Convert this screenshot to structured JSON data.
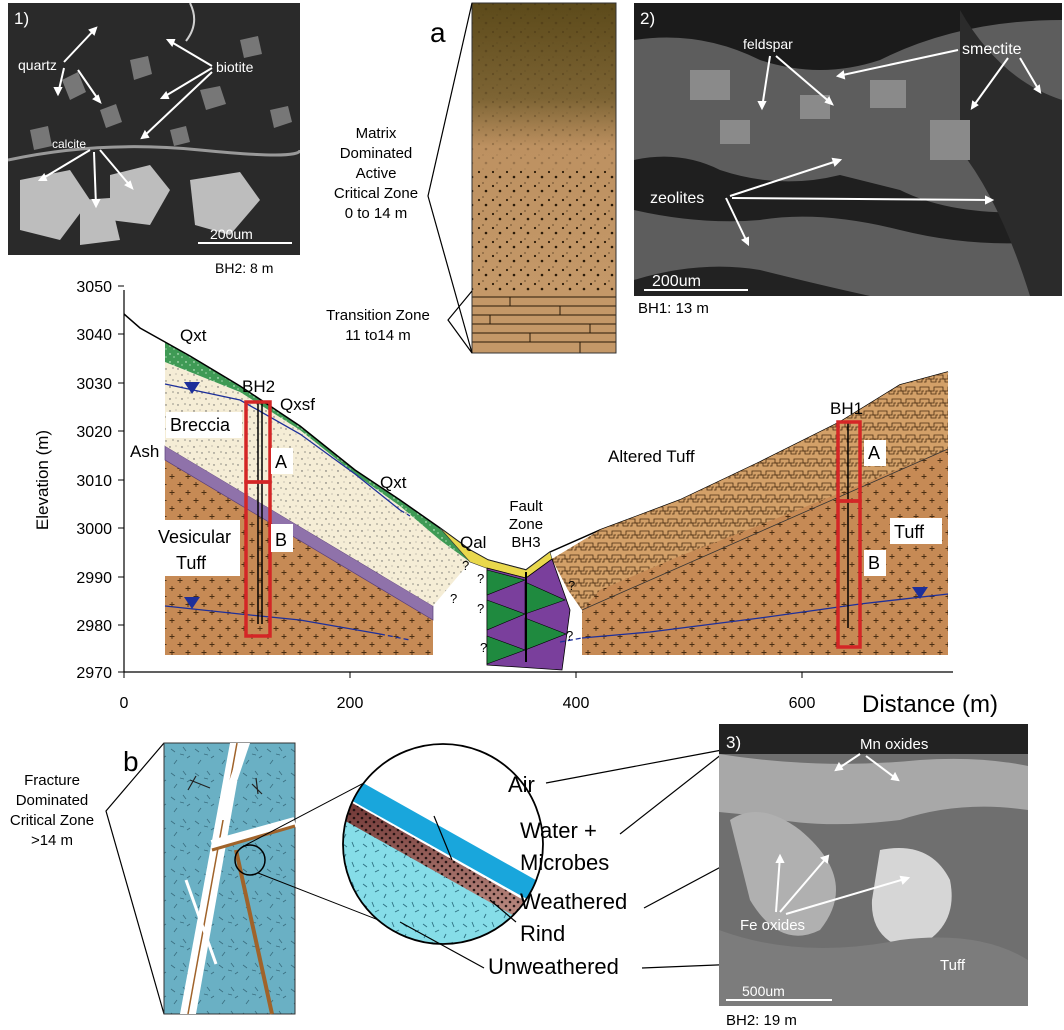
{
  "panel_a": {
    "letter": "a",
    "zone_title": [
      "Matrix",
      "Dominated",
      "Active",
      "Critical Zone",
      "0 to 14 m"
    ],
    "transition": [
      "Transition Zone",
      "11 to14 m"
    ]
  },
  "panel_b": {
    "letter": "b",
    "zone_title": [
      "Fracture",
      "Dominated",
      "Critical Zone",
      ">14 m"
    ],
    "labels": {
      "air": "Air",
      "water": "Water +",
      "microbes": "Microbes",
      "weathered": "Weathered",
      "rind": "Rind",
      "unweathered": "Unweathered"
    }
  },
  "micro1": {
    "num": "1)",
    "labels": {
      "quartz": "quartz",
      "biotite": "biotite",
      "calcite": "calcite"
    },
    "scale": "200um",
    "caption": "BH2: 8 m"
  },
  "micro2": {
    "num": "2)",
    "labels": {
      "feldspar": "feldspar",
      "smectite": "smectite",
      "zeolites": "zeolites"
    },
    "scale": "200um",
    "caption": "BH1: 13 m"
  },
  "micro3": {
    "num": "3)",
    "labels": {
      "mn": "Mn oxides",
      "fe": "Fe oxides",
      "tuff": "Tuff"
    },
    "scale": "500um",
    "caption": "BH2: 19 m"
  },
  "section": {
    "ylabel": "Elevation (m)",
    "xlabel": "Distance (m)",
    "yticks": [
      "3050",
      "3040",
      "3030",
      "3020",
      "3010",
      "3000",
      "2990",
      "2980",
      "2970"
    ],
    "xticks": [
      "0",
      "200",
      "400",
      "600"
    ],
    "units": {
      "qxt1": "Qxt",
      "qxsf": "Qxsf",
      "qxt2": "Qxt",
      "breccia": "Breccia",
      "ash": "Ash",
      "vesicular": "Vesicular",
      "tuff_left": "Tuff",
      "altered": "Altered Tuff",
      "qal": "Qal",
      "fault1": "Fault",
      "fault2": "Zone",
      "fault3": "BH3",
      "tuff_right": "Tuff"
    },
    "boreholes": {
      "bh2": "BH2",
      "bh1": "BH1",
      "bh2_a": "A",
      "bh2_b": "B",
      "bh1_a": "A",
      "bh1_b": "B"
    },
    "question_mark": "?"
  },
  "colors": {
    "tuff": "#c68a55",
    "altered_tuff": "#d3a068",
    "breccia": "#f5edd6",
    "qxt": "#3f9a55",
    "ash": "#8f72aa",
    "qal": "#e9d84c",
    "water_table": "#1d2f9a",
    "borehole": "#d42626",
    "panel_b_rock": "#6ab0c4",
    "water": "#19a6dc",
    "unweathered": "#86dde8",
    "soil_top": "#5c4a1a",
    "soil_bottom": "#bd9161",
    "fault_green": "#1f8a3f",
    "fault_purple": "#7a3f9c"
  }
}
